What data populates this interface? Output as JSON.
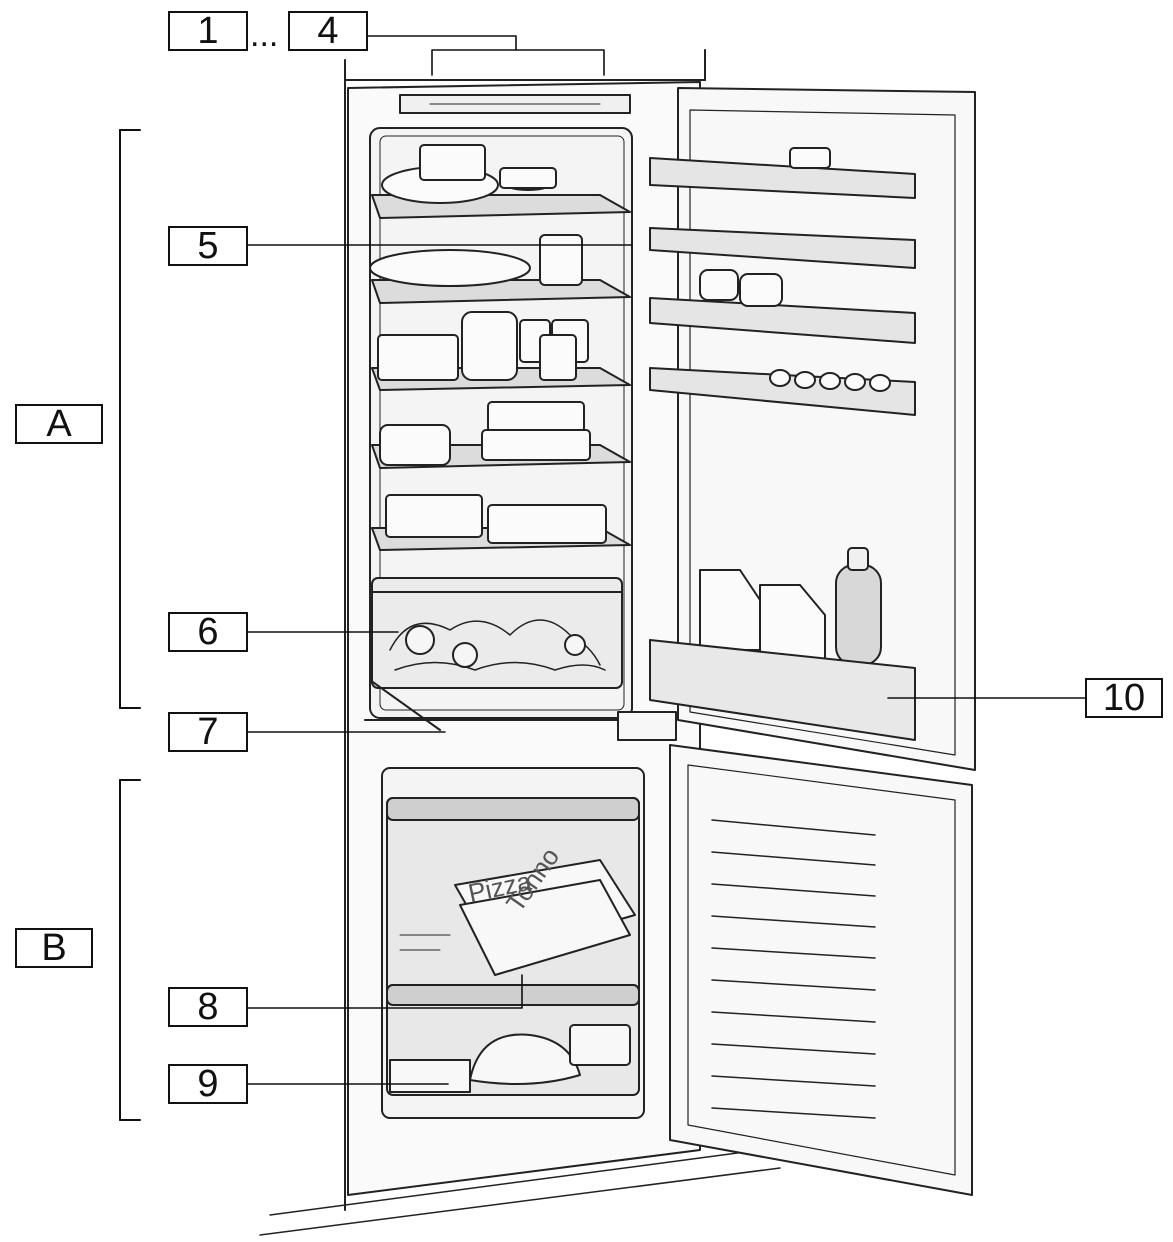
{
  "labels": {
    "l1": "1",
    "ellipsis": "...",
    "l4": "4",
    "l5": "5",
    "l6": "6",
    "l7": "7",
    "l8": "8",
    "l9": "9",
    "l10": "10",
    "lA": "A",
    "lB": "B"
  },
  "package_text": {
    "pizza": "Pizza",
    "tonno": "Tonno"
  },
  "colors": {
    "line": "#111111",
    "shelf": "#9a9a9a",
    "fill": "#ededed"
  }
}
